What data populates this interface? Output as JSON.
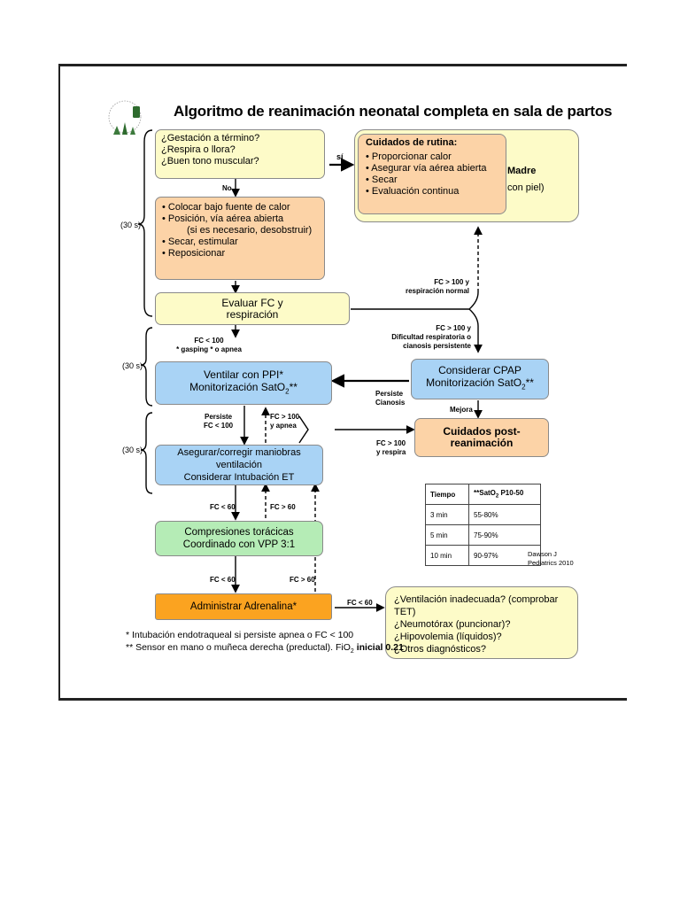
{
  "title": "Algoritmo de reanimación neonatal completa en sala de partos",
  "boxes": {
    "assess": [
      "¿Gestación a término?",
      "¿Respira o llora?",
      "¿Buen tono muscular?"
    ],
    "routine_title": "Cuidados de rutina:",
    "routine_items": [
      "• Proporcionar calor",
      "• Asegurar vía aérea abierta",
      "• Secar",
      "• Evaluación continua"
    ],
    "madre_1": "Madre",
    "madre_2": "con piel)",
    "initial": [
      "• Colocar bajo fuente de calor",
      "• Posición, vía aérea abierta",
      "(si es necesario, desobstruir)",
      "• Secar, estimular",
      "• Reposicionar"
    ],
    "evaluate": [
      "Evaluar FC y",
      "respiración"
    ],
    "ventilate_1": "Ventilar con PPI*",
    "ventilate_2": "Monitorización SatO",
    "ventilate_sub": "2",
    "ventilate_suffix": "**",
    "cpap_1": "Considerar CPAP",
    "cpap_2": "Monitorización SatO",
    "cpap_sub": "2",
    "cpap_suffix": "**",
    "ensure_1": "Asegurar/corregir maniobras ventilación",
    "ensure_2": "Considerar Intubación ET",
    "post": "Cuidados post-reanimación",
    "compress_1": "Compresiones torácicas",
    "compress_2": "Coordinado con VPP 3:1",
    "adrenaline": "Administrar Adrenalina*",
    "causes": [
      "¿Ventilación inadecuada? (comprobar  TET)",
      "¿Neumotórax (puncionar)?",
      "¿Hipovolemia (líquidos)?",
      "¿Otros diagnósticos?"
    ]
  },
  "labels": {
    "si": "sí",
    "no": "No",
    "t30_1": "(30 s)",
    "t30_2": "(30 s)",
    "t30_3": "(30 s)",
    "fc100_normal_1": "FC > 100 y",
    "fc100_normal_2": "respiración normal",
    "fc100_dif_1": "FC > 100 y",
    "fc100_dif_2": "Dificultad respiratoria o",
    "fc100_dif_3": "cianosis persistente",
    "fc_lt100_1": "FC < 100",
    "fc_lt100_2": "* gasping * o apnea",
    "persiste_cian_1": "Persiste",
    "persiste_cian_2": "Cianosis",
    "mejora": "Mejora",
    "persiste_fc_1": "Persiste",
    "persiste_fc_2": "FC < 100",
    "fc100_apnea_1": "FC > 100",
    "fc100_apnea_2": "y apnea",
    "fc100_resp_1": "FC > 100",
    "fc100_resp_2": "y respira",
    "fc_lt60_a": "FC < 60",
    "fc_gt60_a": "FC > 60",
    "fc_lt60_b": "FC < 60",
    "fc_gt60_b": "FC > 60",
    "fc_lt60_c": "FC < 60"
  },
  "sat_table": {
    "header_time": "Tiempo",
    "header_sat": "**SatO",
    "header_sat_sub": "2",
    "header_sat_suffix": " P10-50",
    "rows": [
      {
        "time": "3 min",
        "sat": "55-80%"
      },
      {
        "time": "5 min",
        "sat": "75-90%"
      },
      {
        "time": "10 min",
        "sat": "90-97%"
      }
    ],
    "ref_1": "Dawson J",
    "ref_2": "Pediatrics 2010"
  },
  "footnotes": {
    "f1": "* Intubación endotraqueal si persiste apnea o FC < 100",
    "f2": "** Sensor en mano o muñeca derecha (preductal). FiO",
    "f2_sub": "2",
    "f2_suffix": " inicial 0.21"
  },
  "colors": {
    "yellow": "#fdfbc8",
    "peach": "#fcd3a7",
    "blue": "#a9d3f5",
    "green": "#b5ecb6",
    "orange": "#fba320"
  }
}
